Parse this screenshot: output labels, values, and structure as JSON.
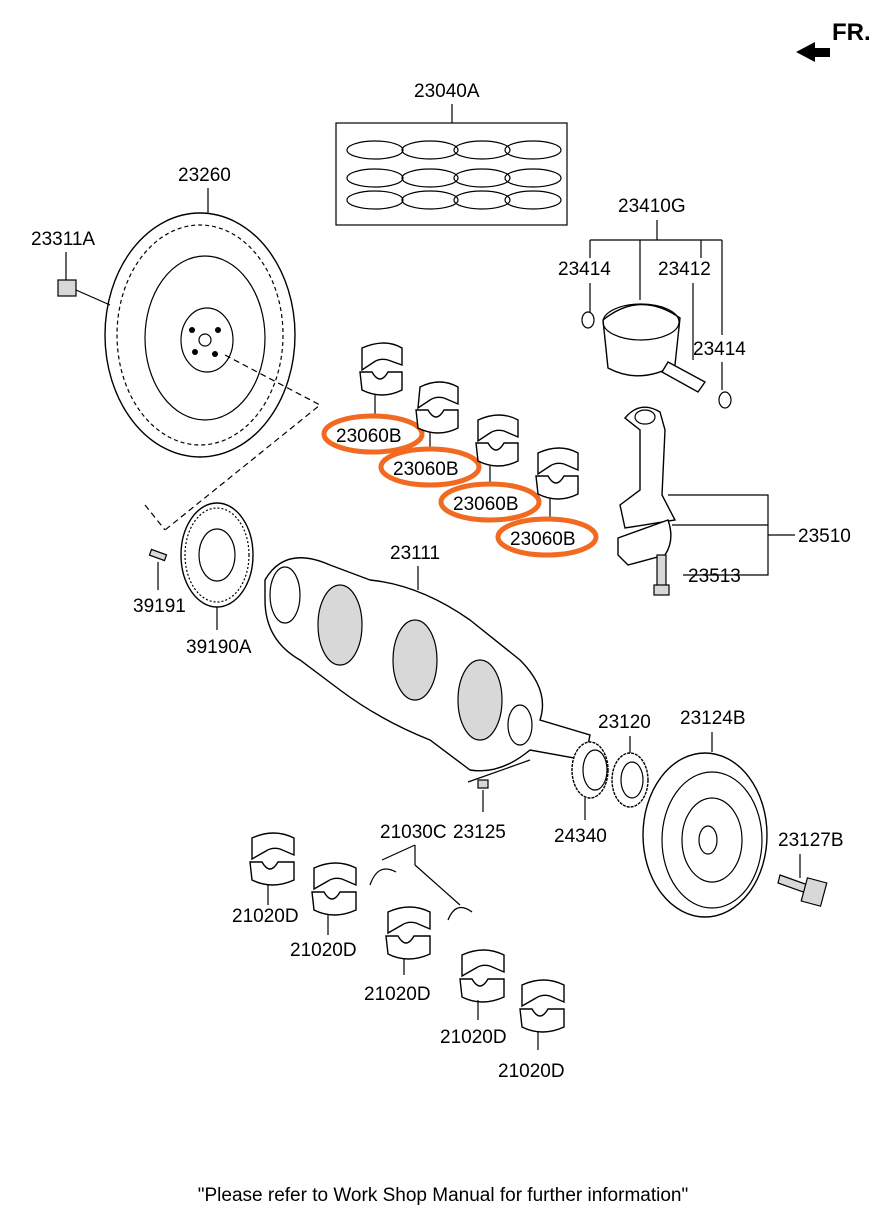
{
  "direction": {
    "label": "FR."
  },
  "parts": {
    "piston_ring_set": "23040A",
    "flywheel": "23260",
    "flywheel_bolt": "23311A",
    "piston_assembly": "23410G",
    "snap_ring_left": "23414",
    "piston_pin": "23412",
    "snap_ring_right": "23414",
    "rod_bearing_1": "23060B",
    "rod_bearing_2": "23060B",
    "rod_bearing_3": "23060B",
    "rod_bearing_4": "23060B",
    "connecting_rod": "23510",
    "rod_bolt": "23513",
    "crankshaft": "23111",
    "drive_plate_bolt": "39191",
    "drive_plate": "39190A",
    "sprocket": "23120",
    "damper_pulley": "23124B",
    "pulley_bolt": "23127B",
    "key": "23125",
    "timing_gear": "24340",
    "thrust_bearing": "21030C",
    "main_bearing_1": "21020D",
    "main_bearing_2": "21020D",
    "main_bearing_3": "21020D",
    "main_bearing_4": "21020D",
    "main_bearing_5": "21020D"
  },
  "highlight_color": "#f26a21",
  "footer": "\"Please refer to Work Shop Manual for further information\""
}
